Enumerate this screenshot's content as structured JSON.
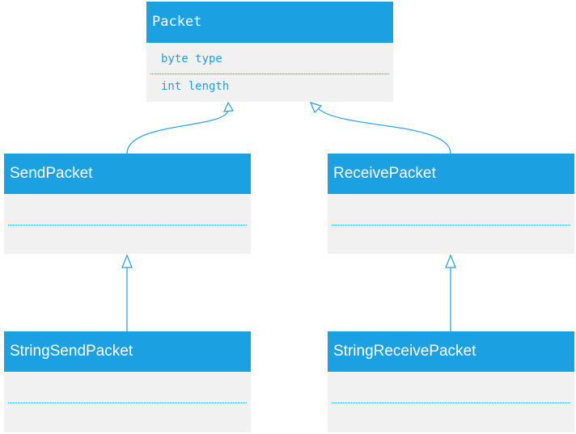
{
  "diagram": {
    "colors": {
      "header": "#1ba1e2",
      "body": "#f1f1f1",
      "text": "#ffffff",
      "line": "#1ba1e2"
    },
    "classes": {
      "packet": {
        "name": "Packet",
        "attributes": [
          "byte type",
          "int length"
        ]
      },
      "send_packet": {
        "name": "SendPacket"
      },
      "receive_packet": {
        "name": "ReceivePacket"
      },
      "string_send_packet": {
        "name": "StringSendPacket"
      },
      "string_receive_packet": {
        "name": "StringReceivePacket"
      }
    },
    "relations": [
      {
        "from": "SendPacket",
        "to": "Packet",
        "type": "inheritance"
      },
      {
        "from": "ReceivePacket",
        "to": "Packet",
        "type": "inheritance"
      },
      {
        "from": "StringSendPacket",
        "to": "SendPacket",
        "type": "inheritance"
      },
      {
        "from": "StringReceivePacket",
        "to": "ReceivePacket",
        "type": "inheritance"
      }
    ]
  }
}
